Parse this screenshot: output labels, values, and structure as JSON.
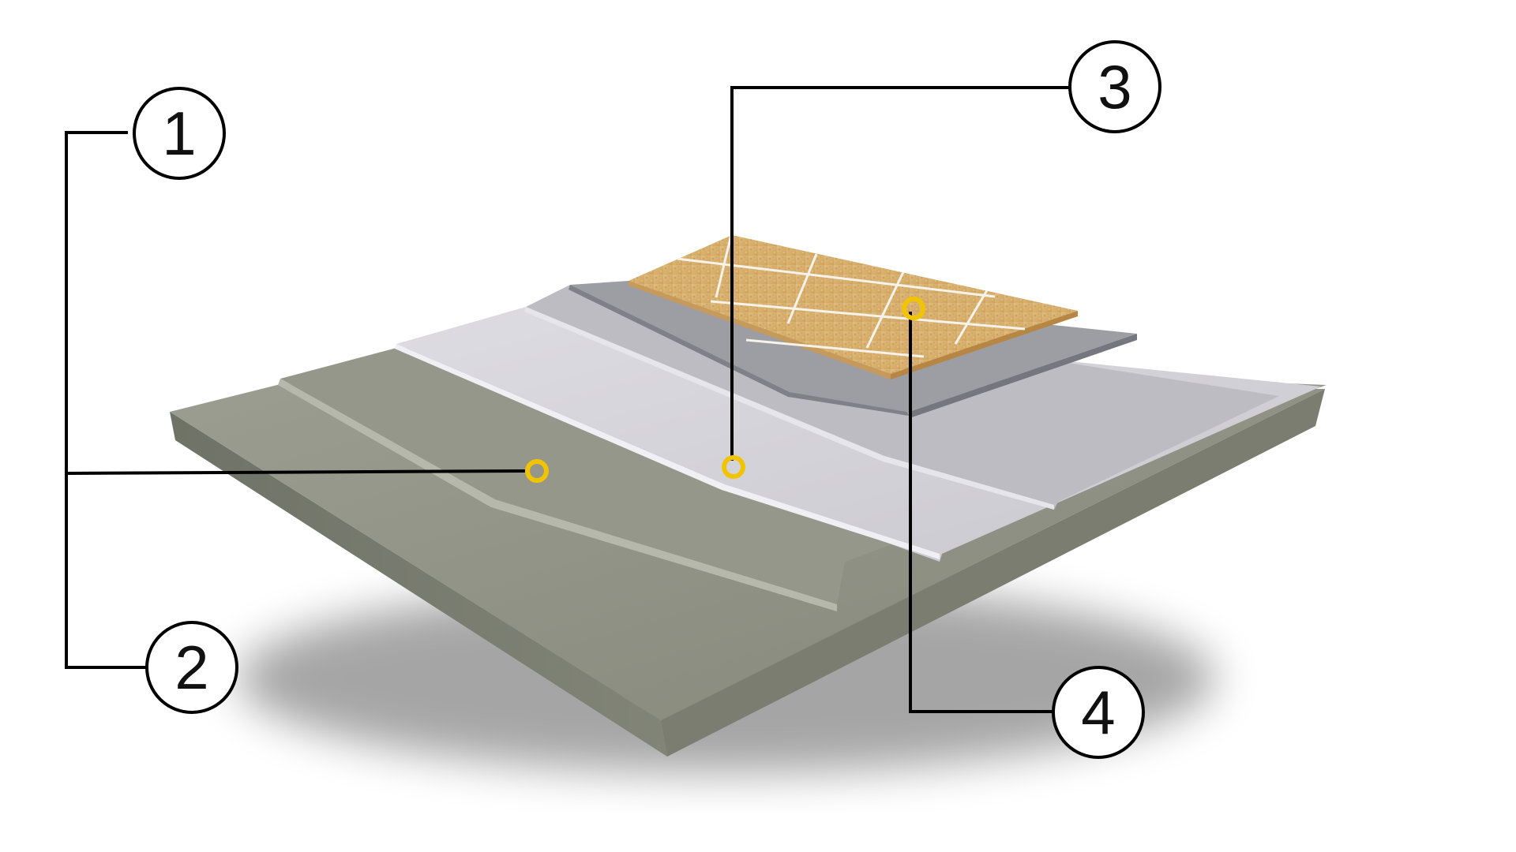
{
  "diagram": {
    "colors": {
      "background": "#ffffff",
      "substrate_top": "#8f9185",
      "substrate_side": "#777a6e",
      "screed_top": "#9a9c90",
      "screed_edge": "#b8baae",
      "membrane_light": "#d5d4da",
      "membrane_edge": "#eeeef2",
      "membrane_mid": "#bdbdc3",
      "membrane_dark": "#9c9ca2",
      "membrane_dark_edge": "#7f7f86",
      "tile": "#d8b171",
      "tile_dark": "#c99a56",
      "grout": "#f7f3ea",
      "leader_line": "#000000",
      "marker": "#f2c400"
    },
    "callouts": [
      {
        "id": "1",
        "label": "1"
      },
      {
        "id": "2",
        "label": "2"
      },
      {
        "id": "3",
        "label": "3"
      },
      {
        "id": "4",
        "label": "4"
      }
    ]
  }
}
